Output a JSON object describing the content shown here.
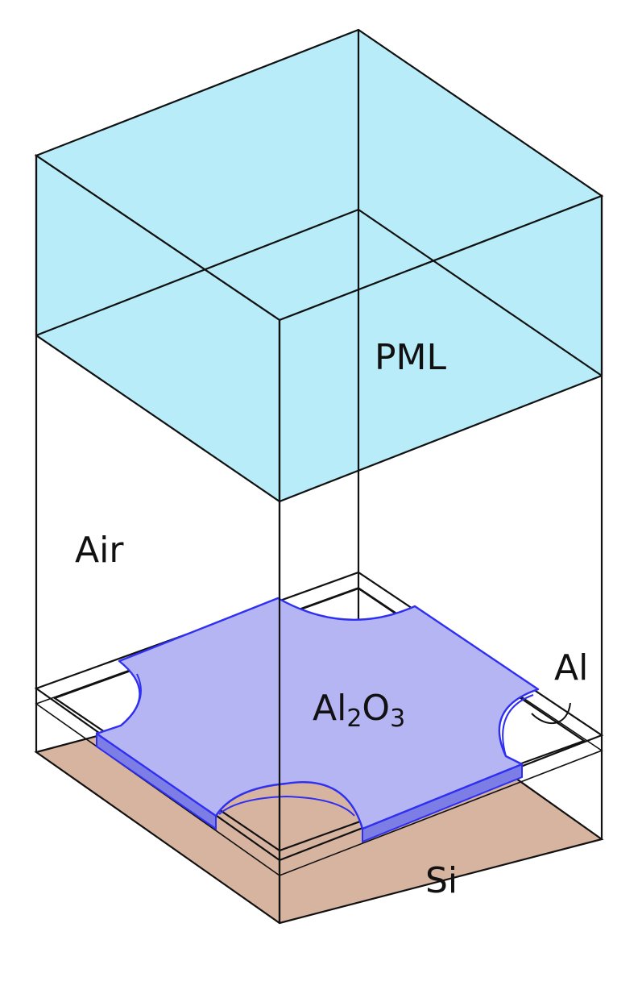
{
  "labels": {
    "pml": "PML",
    "air": "Air",
    "al": "Al",
    "al2o3": {
      "base1": "Al",
      "sub1": "2",
      "base2": "O",
      "sub2": "3"
    },
    "si": "Si"
  },
  "colors": {
    "pml_fill": "#b8ecf8",
    "al2o3_fill": "#b5b5f3",
    "al2o3_edge": "#2f2ff2",
    "si_fill": "#d7b4a0",
    "line": "#111111"
  }
}
